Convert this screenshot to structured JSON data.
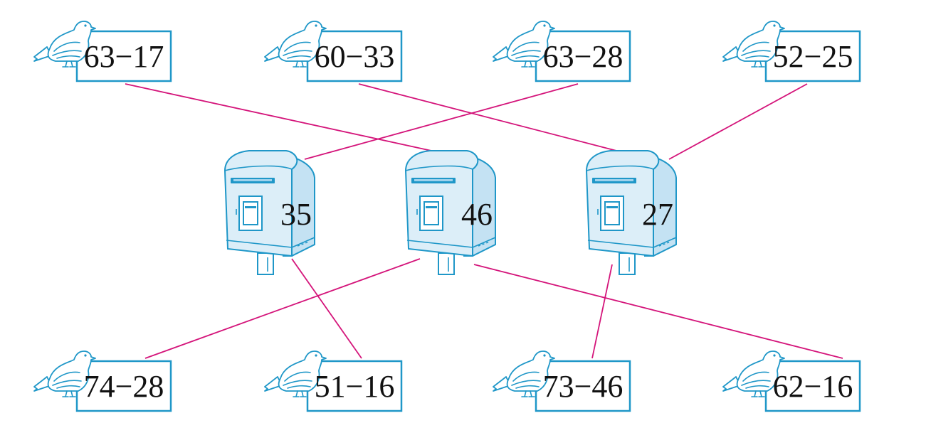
{
  "pigeons": [
    {
      "id": "p1",
      "expression": "63−17",
      "row": "top",
      "target": "46"
    },
    {
      "id": "p2",
      "expression": "60−33",
      "row": "top",
      "target": "27"
    },
    {
      "id": "p3",
      "expression": "63−28",
      "row": "top",
      "target": "35"
    },
    {
      "id": "p4",
      "expression": "52−25",
      "row": "top",
      "target": "27"
    },
    {
      "id": "p5",
      "expression": "74−28",
      "row": "bottom",
      "target": "46"
    },
    {
      "id": "p6",
      "expression": "51−16",
      "row": "bottom",
      "target": "35"
    },
    {
      "id": "p7",
      "expression": "73−46",
      "row": "bottom",
      "target": "27"
    },
    {
      "id": "p8",
      "expression": "62−16",
      "row": "bottom",
      "target": "46"
    }
  ],
  "mailboxes": [
    {
      "id": "m1",
      "number": "35"
    },
    {
      "id": "m2",
      "number": "46"
    },
    {
      "id": "m3",
      "number": "27"
    }
  ],
  "colors": {
    "line_art": "#1f97c8",
    "connector": "#d4147a",
    "text": "#111111"
  },
  "icons": {
    "pigeon": "pigeon-icon",
    "mailbox": "mailbox-icon"
  }
}
